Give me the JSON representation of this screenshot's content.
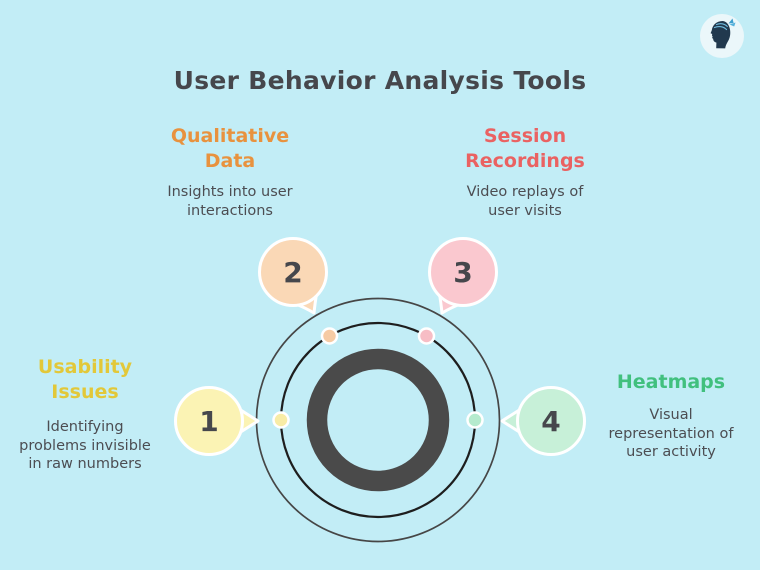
{
  "canvas": {
    "background": "#C2EDF6"
  },
  "title": {
    "text": "User Behavior Analysis Tools",
    "color": "#46474C"
  },
  "diagram": {
    "outline_color": "#464646",
    "orbit_color": "#1E1E1E",
    "ring_color": "#4A4A4A",
    "number_color": "#46474C"
  },
  "steps": [
    {
      "number": "1",
      "label": "Usability\nIssues",
      "description": "Identifying\nproblems invisible\nin raw numbers",
      "accent_color": "#E2C839",
      "bubble_fill": "#FBF3B4",
      "dot_fill": "#F8ECA6"
    },
    {
      "number": "2",
      "label": "Qualitative\nData",
      "description": "Insights into user\ninteractions",
      "accent_color": "#E8923E",
      "bubble_fill": "#FAD8B6",
      "dot_fill": "#F6CBA4"
    },
    {
      "number": "3",
      "label": "Session\nRecordings",
      "description": "Video replays of\nuser visits",
      "accent_color": "#EA6262",
      "bubble_fill": "#FAC8CF",
      "dot_fill": "#F7BDC5"
    },
    {
      "number": "4",
      "label": "Heatmaps",
      "description": "Visual\nrepresentation of\nuser activity",
      "accent_color": "#41C07E",
      "bubble_fill": "#C7F0D8",
      "dot_fill": "#B5EBCE"
    }
  ],
  "logo": {
    "name": "Napkin logo badge"
  }
}
